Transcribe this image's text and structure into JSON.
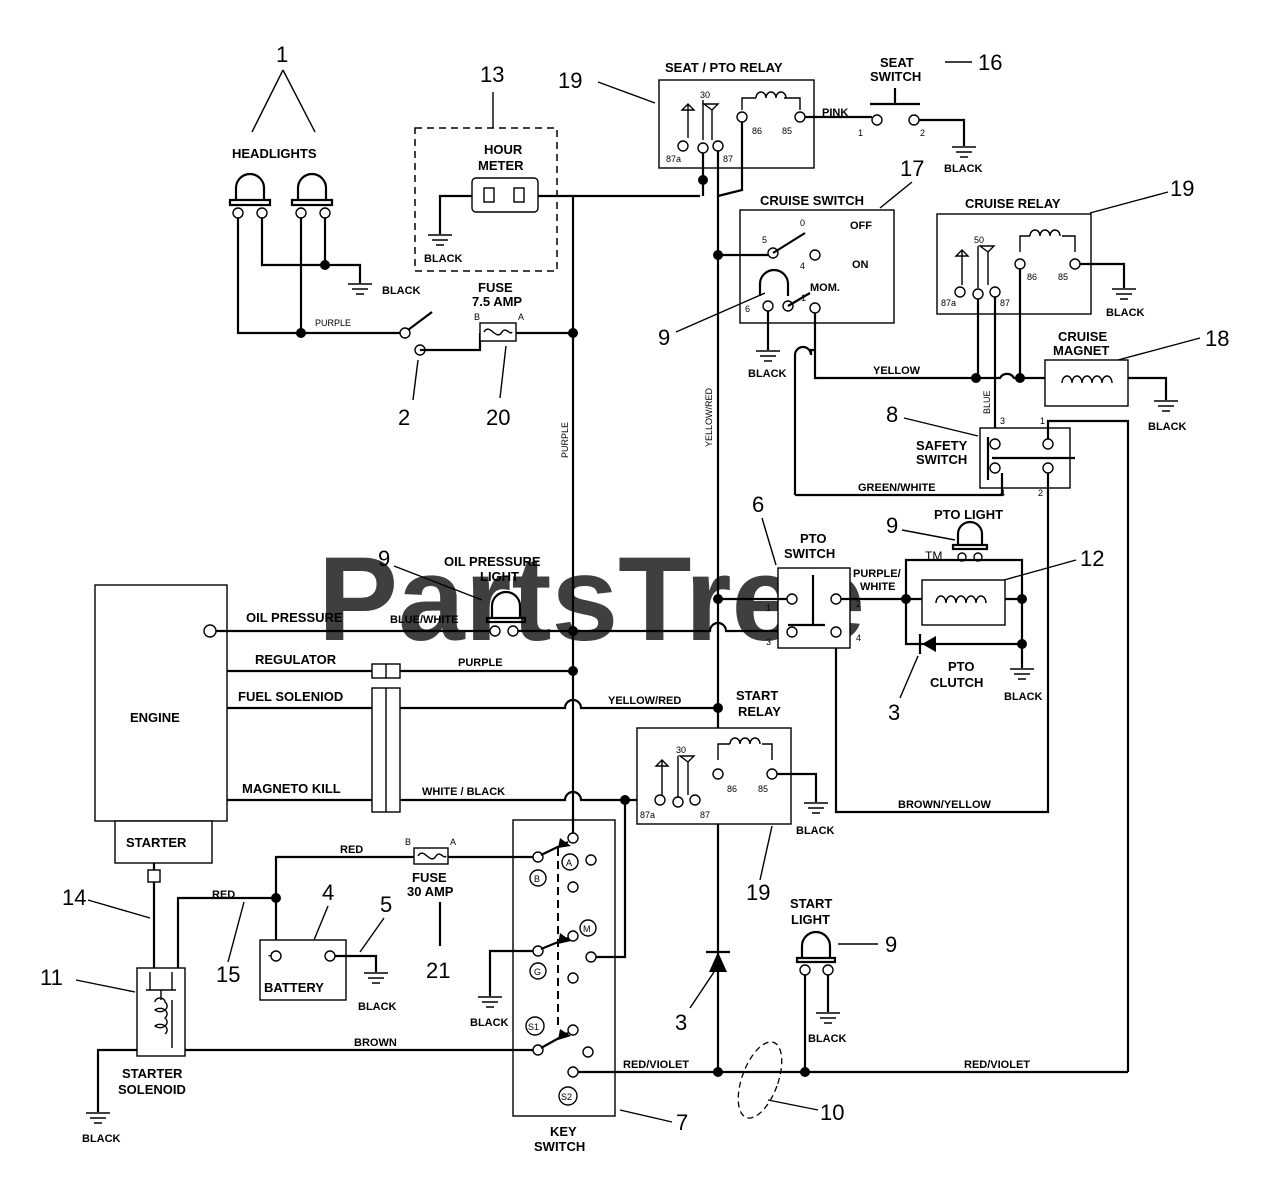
{
  "watermark": {
    "text": "PartsTree",
    "tm": "TM"
  },
  "callouts": {
    "c1": "1",
    "c2": "2",
    "c3a": "3",
    "c3b": "3",
    "c4": "4",
    "c5": "5",
    "c6": "6",
    "c7": "7",
    "c8": "8",
    "c9a": "9",
    "c9b": "9",
    "c9c": "9",
    "c9d": "9",
    "c10": "10",
    "c11": "11",
    "c12": "12",
    "c13": "13",
    "c14": "14",
    "c15": "15",
    "c16": "16",
    "c17": "17",
    "c18": "18",
    "c19a": "19",
    "c19b": "19",
    "c19c": "19",
    "c20": "20",
    "c21": "21"
  },
  "components": {
    "headlights": "HEADLIGHTS",
    "hour_meter_1": "HOUR",
    "hour_meter_2": "METER",
    "seat_pto_relay": "SEAT / PTO RELAY",
    "seat_switch_1": "SEAT",
    "seat_switch_2": "SWITCH",
    "cruise_switch": "CRUISE SWITCH",
    "cruise_relay": "CRUISE RELAY",
    "cruise_magnet_1": "CRUISE",
    "cruise_magnet_2": "MAGNET",
    "fuse_small_1": "FUSE",
    "fuse_small_2": "7.5 AMP",
    "safety_switch_1": "SAFETY",
    "safety_switch_2": "SWITCH",
    "oil_pressure_light_1": "OIL PRESSURE",
    "oil_pressure_light_2": "LIGHT",
    "pto_switch_1": "PTO",
    "pto_switch_2": "SWITCH",
    "pto_light": "PTO LIGHT",
    "pto_clutch_1": "PTO",
    "pto_clutch_2": "CLUTCH",
    "engine": "ENGINE",
    "starter": "STARTER",
    "start_relay_1": "START",
    "start_relay_2": "RELAY",
    "fuse_large_1": "FUSE",
    "fuse_large_2": "30 AMP",
    "battery": "BATTERY",
    "start_light_1": "START",
    "start_light_2": "LIGHT",
    "starter_solenoid_1": "STARTER",
    "starter_solenoid_2": "SOLENOID",
    "key_switch_1": "KEY",
    "key_switch_2": "SWITCH"
  },
  "engine_terminals": {
    "oil": "OIL PRESSURE",
    "regulator": "REGULATOR",
    "fuel": "FUEL SOLENIOD",
    "magneto": "MAGNETO KILL"
  },
  "wires": {
    "black": "BLACK",
    "purple": "PURPLE",
    "yellow_red": "YELLOW/RED",
    "pink": "PINK",
    "yellow": "YELLOW",
    "blue": "BLUE",
    "green_white": "GREEN/WHITE",
    "blue_white": "BLUE/WHITE",
    "purple_white_1": "PURPLE/",
    "purple_white_2": "WHITE",
    "white_black": "WHITE / BLACK",
    "brown_yellow": "BROWN/YELLOW",
    "red": "RED",
    "brown": "BROWN",
    "red_violet": "RED/VIOLET"
  },
  "terminals": {
    "t30": "30",
    "t87a": "87a",
    "t87": "87",
    "t86": "86",
    "t85": "85",
    "t50": "50",
    "one": "1",
    "two": "2",
    "three": "3",
    "four": "4",
    "five": "5",
    "six": "6",
    "zero": "0",
    "fuse_a": "A",
    "fuse_b": "B",
    "off": "OFF",
    "on": "ON",
    "mom": "MOM.",
    "key_a": "A",
    "key_b": "B",
    "key_m": "M",
    "key_g": "G",
    "key_s1": "S1",
    "key_s2": "S2",
    "plus": "+",
    "minus": "-"
  }
}
